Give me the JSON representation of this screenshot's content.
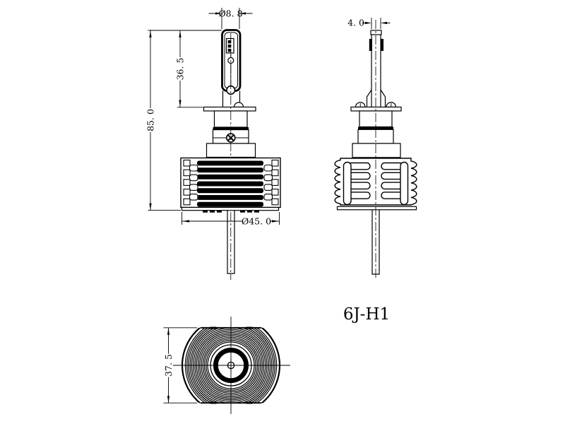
{
  "page": {
    "background": "#ffffff",
    "line_color": "#000000"
  },
  "views": {
    "front": {
      "title": "front-view",
      "dims": {
        "tip_diameter": "Ø8. 8",
        "led_section_height": "36. 5",
        "total_height": "85. 0",
        "heatsink_diameter": "Ø45. 0"
      }
    },
    "side": {
      "title": "side-view",
      "dims": {
        "blade_width": "4. 0"
      }
    },
    "bottom": {
      "title": "bottom-view",
      "dims": {
        "heatsink_height": "37. 5"
      }
    }
  },
  "label": {
    "model": "6J-H1"
  }
}
